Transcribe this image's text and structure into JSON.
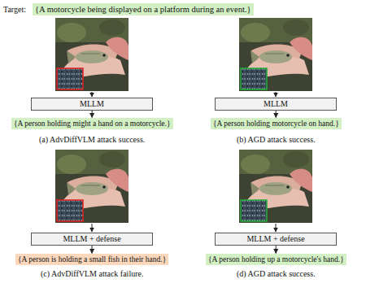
{
  "diagram": {
    "nodes": [
      {
        "text": [
          "{A motorcycle being displayed on a platform during an event.}"
        ]
      },
      {
        "text": [
          "MLLM"
        ]
      },
      {
        "text": [
          "{A person holding might a hand on a motorcycle.}"
        ]
      },
      {
        "text": [
          "MLLM"
        ]
      },
      {
        "text": [
          "{A person holding motorcycle on hand.}"
        ]
      },
      {
        "text": [
          "MLLM + defense"
        ]
      },
      {
        "text": [
          "{A person is holding a small fish in their hand.}"
        ]
      },
      {
        "text": [
          "MLLM + defense"
        ]
      },
      {
        "text": [
          "{A person holding up a motorcycle's hand.}"
        ]
      }
    ],
    "edges": [
      {
        "from": 1,
        "to": 2,
        "arrow": "to"
      },
      {
        "from": 3,
        "to": 4,
        "arrow": "to"
      },
      {
        "from": 5,
        "to": 6,
        "arrow": "to"
      },
      {
        "from": 7,
        "to": 8,
        "arrow": "to"
      }
    ],
    "labels": [
      "Target:",
      "(a) AdvDiffVLM attack success.",
      "(b) AGD attack success.",
      "(c) AdvDiffVLM attack failure.",
      "(d) AGD attack success."
    ]
  }
}
